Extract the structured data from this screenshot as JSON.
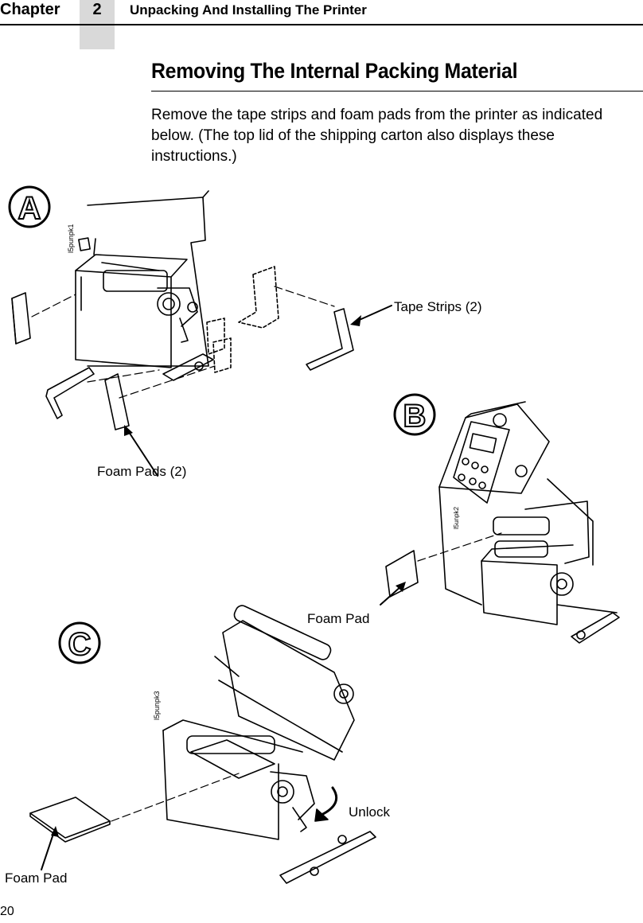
{
  "header": {
    "chapter_word": "Chapter",
    "chapter_number": "2",
    "chapter_title": "Unpacking And Installing The Printer"
  },
  "section": {
    "title": "Removing The Internal Packing Material",
    "body": "Remove the tape strips and foam pads from the printer as indicated below. (The top lid of the shipping carton also displays these instructions.)"
  },
  "figure": {
    "badges": [
      "A",
      "B",
      "C"
    ],
    "art_ids": [
      "l5punpk1",
      "l5unpk2",
      "l5punpk3"
    ],
    "callouts": {
      "tape_strips": "Tape Strips (2)",
      "foam_pads": "Foam Pads (2)",
      "foam_pad_b": "Foam Pad",
      "foam_pad_c": "Foam Pad",
      "unlock": "Unlock"
    }
  },
  "footer": {
    "page_number": "20"
  }
}
